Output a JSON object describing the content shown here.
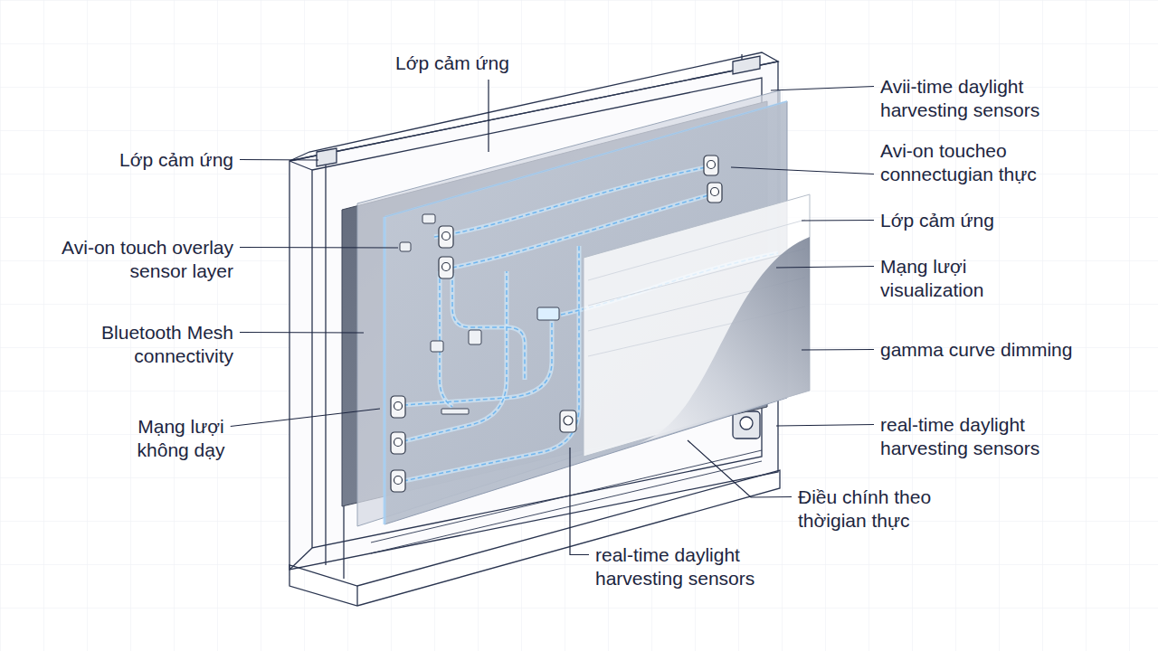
{
  "diagram": {
    "labels": [
      "Lớp cảm ứng",
      "Lớp cảm ứng",
      "Avi-on touch overlay sensor layer",
      "Bluetooth Mesh connectivity",
      "Mạng lượi không dạy",
      "Avii-time daylight harvesting sensors",
      "Avi-on toucheo connectugian thực",
      "Lớp cảm ứng",
      "Mạng lượi visualization",
      "gamma curve dimming",
      "real-time daylight harvesting sensors",
      "Điều chính theo thờigian thực",
      "real-time daylight harvesting sensors"
    ]
  }
}
